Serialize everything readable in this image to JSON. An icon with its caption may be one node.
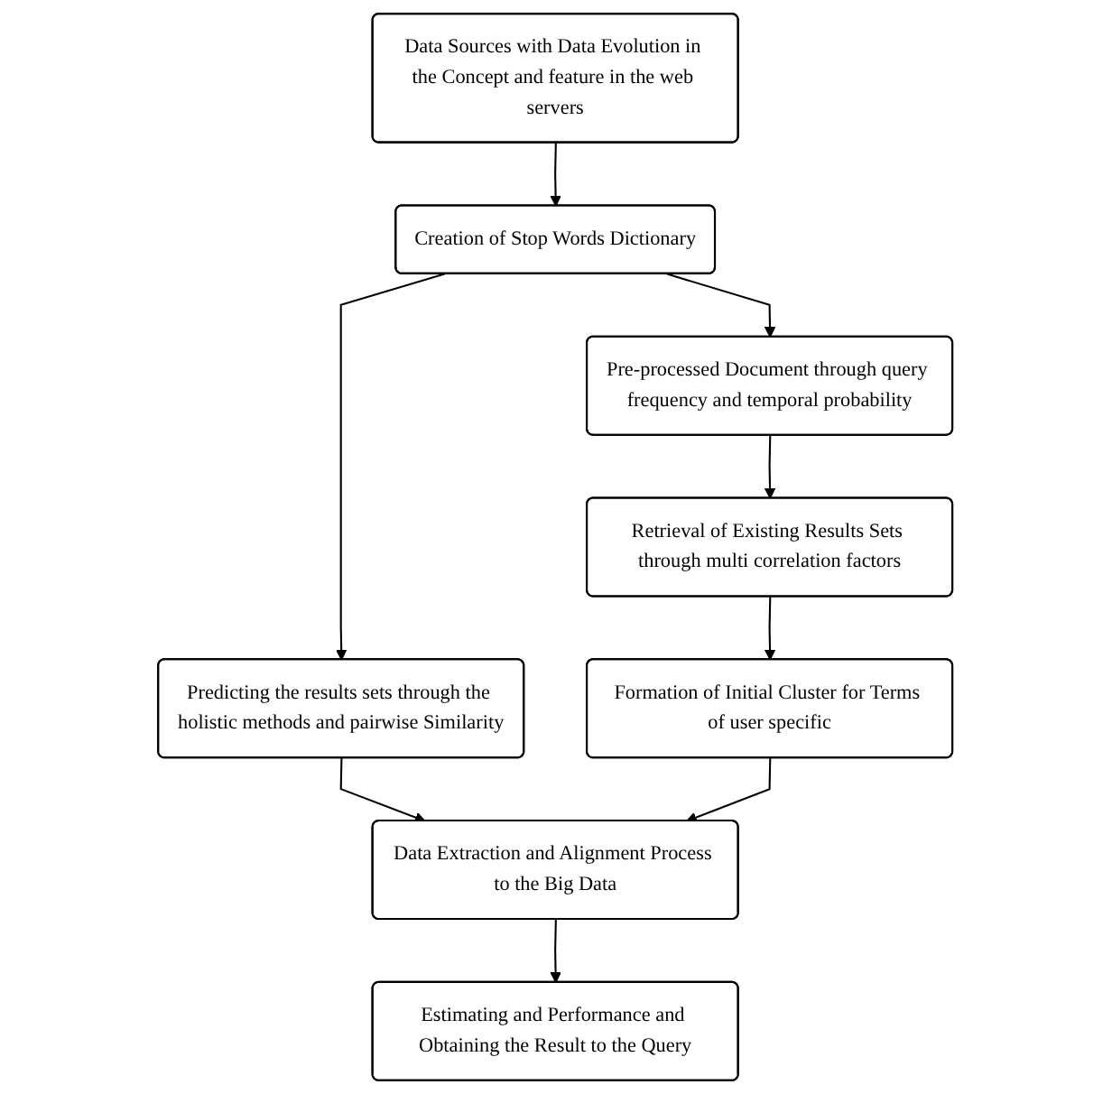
{
  "diagram": {
    "nodes": [
      {
        "text": [
          "Data Sources with Data Evolution in the Concept and feature in the web servers"
        ]
      },
      {
        "text": [
          "Creation of Stop Words Dictionary"
        ]
      },
      {
        "text": [
          "Pre-processed Document through query frequency and temporal probability"
        ]
      },
      {
        "text": [
          "Predicting the results sets through the holistic methods and pairwise Similarity"
        ]
      },
      {
        "text": [
          "Retrieval of Existing Results Sets through multi correlation factors"
        ]
      },
      {
        "text": [
          "Data Extraction and Alignment Process to the Big Data"
        ]
      },
      {
        "text": [
          "Formation of Initial Cluster for Terms of user specific"
        ]
      },
      {
        "text": [
          "Estimating and Performance and Obtaining the Result to the Query"
        ]
      }
    ],
    "edges": [
      {
        "from": 0,
        "to": 1,
        "arrow": "to"
      },
      {
        "from": 1,
        "to": 2,
        "arrow": "to"
      },
      {
        "from": 1,
        "to": 3,
        "arrow": "to"
      },
      {
        "from": 2,
        "to": 4,
        "arrow": "to"
      },
      {
        "from": 3,
        "to": 5,
        "arrow": "to"
      },
      {
        "from": 4,
        "to": 6,
        "arrow": "to"
      },
      {
        "from": 6,
        "to": 5,
        "arrow": "to"
      },
      {
        "from": 5,
        "to": 7,
        "arrow": "to"
      }
    ]
  }
}
